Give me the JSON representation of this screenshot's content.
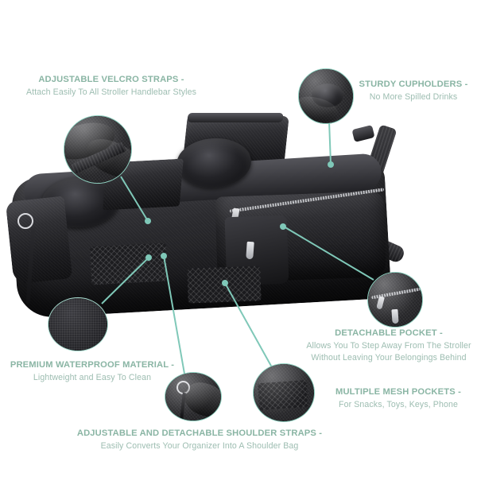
{
  "page": {
    "kind": "product-feature-infographic",
    "product": "stroller organizer bag",
    "background_color": "#ffffff",
    "accent_color": "#7fc8b8",
    "title_text_color": "#8ab5a4",
    "subtitle_text_color": "#9dbdb1"
  },
  "features": [
    {
      "id": "velcro-straps",
      "title": "ADJUSTABLE VELCRO STRAPS -",
      "subtitle": "Attach Easily To All Stroller Handlebar Styles",
      "callout_icon": "velcro-strap-closeup"
    },
    {
      "id": "cupholders",
      "title": "STURDY CUPHOLDERS -",
      "subtitle": "No More Spilled Drinks",
      "callout_icon": "cupholder-closeup"
    },
    {
      "id": "detachable-pocket",
      "title": "DETACHABLE POCKET -",
      "subtitle_line1": "Allows You To Step Away From The Stroller",
      "subtitle_line2": "Without Leaving Your Belongings Behind",
      "callout_icon": "zipper-pocket-closeup"
    },
    {
      "id": "mesh-pockets",
      "title": "MULTIPLE MESH POCKETS -",
      "subtitle": "For Snacks, Toys, Keys, Phone",
      "callout_icon": "mesh-pocket-closeup"
    },
    {
      "id": "waterproof-material",
      "title": "PREMIUM WATERPROOF MATERIAL -",
      "subtitle": "Lightweight and Easy To Clean",
      "callout_icon": "fabric-swatch-closeup"
    },
    {
      "id": "shoulder-straps",
      "title": "ADJUSTABLE AND DETACHABLE  SHOULDER STRAPS -",
      "subtitle": "Easily Converts Your Organizer Into A Shoulder Bag",
      "callout_icon": "shoulder-strap-clip-closeup"
    }
  ]
}
